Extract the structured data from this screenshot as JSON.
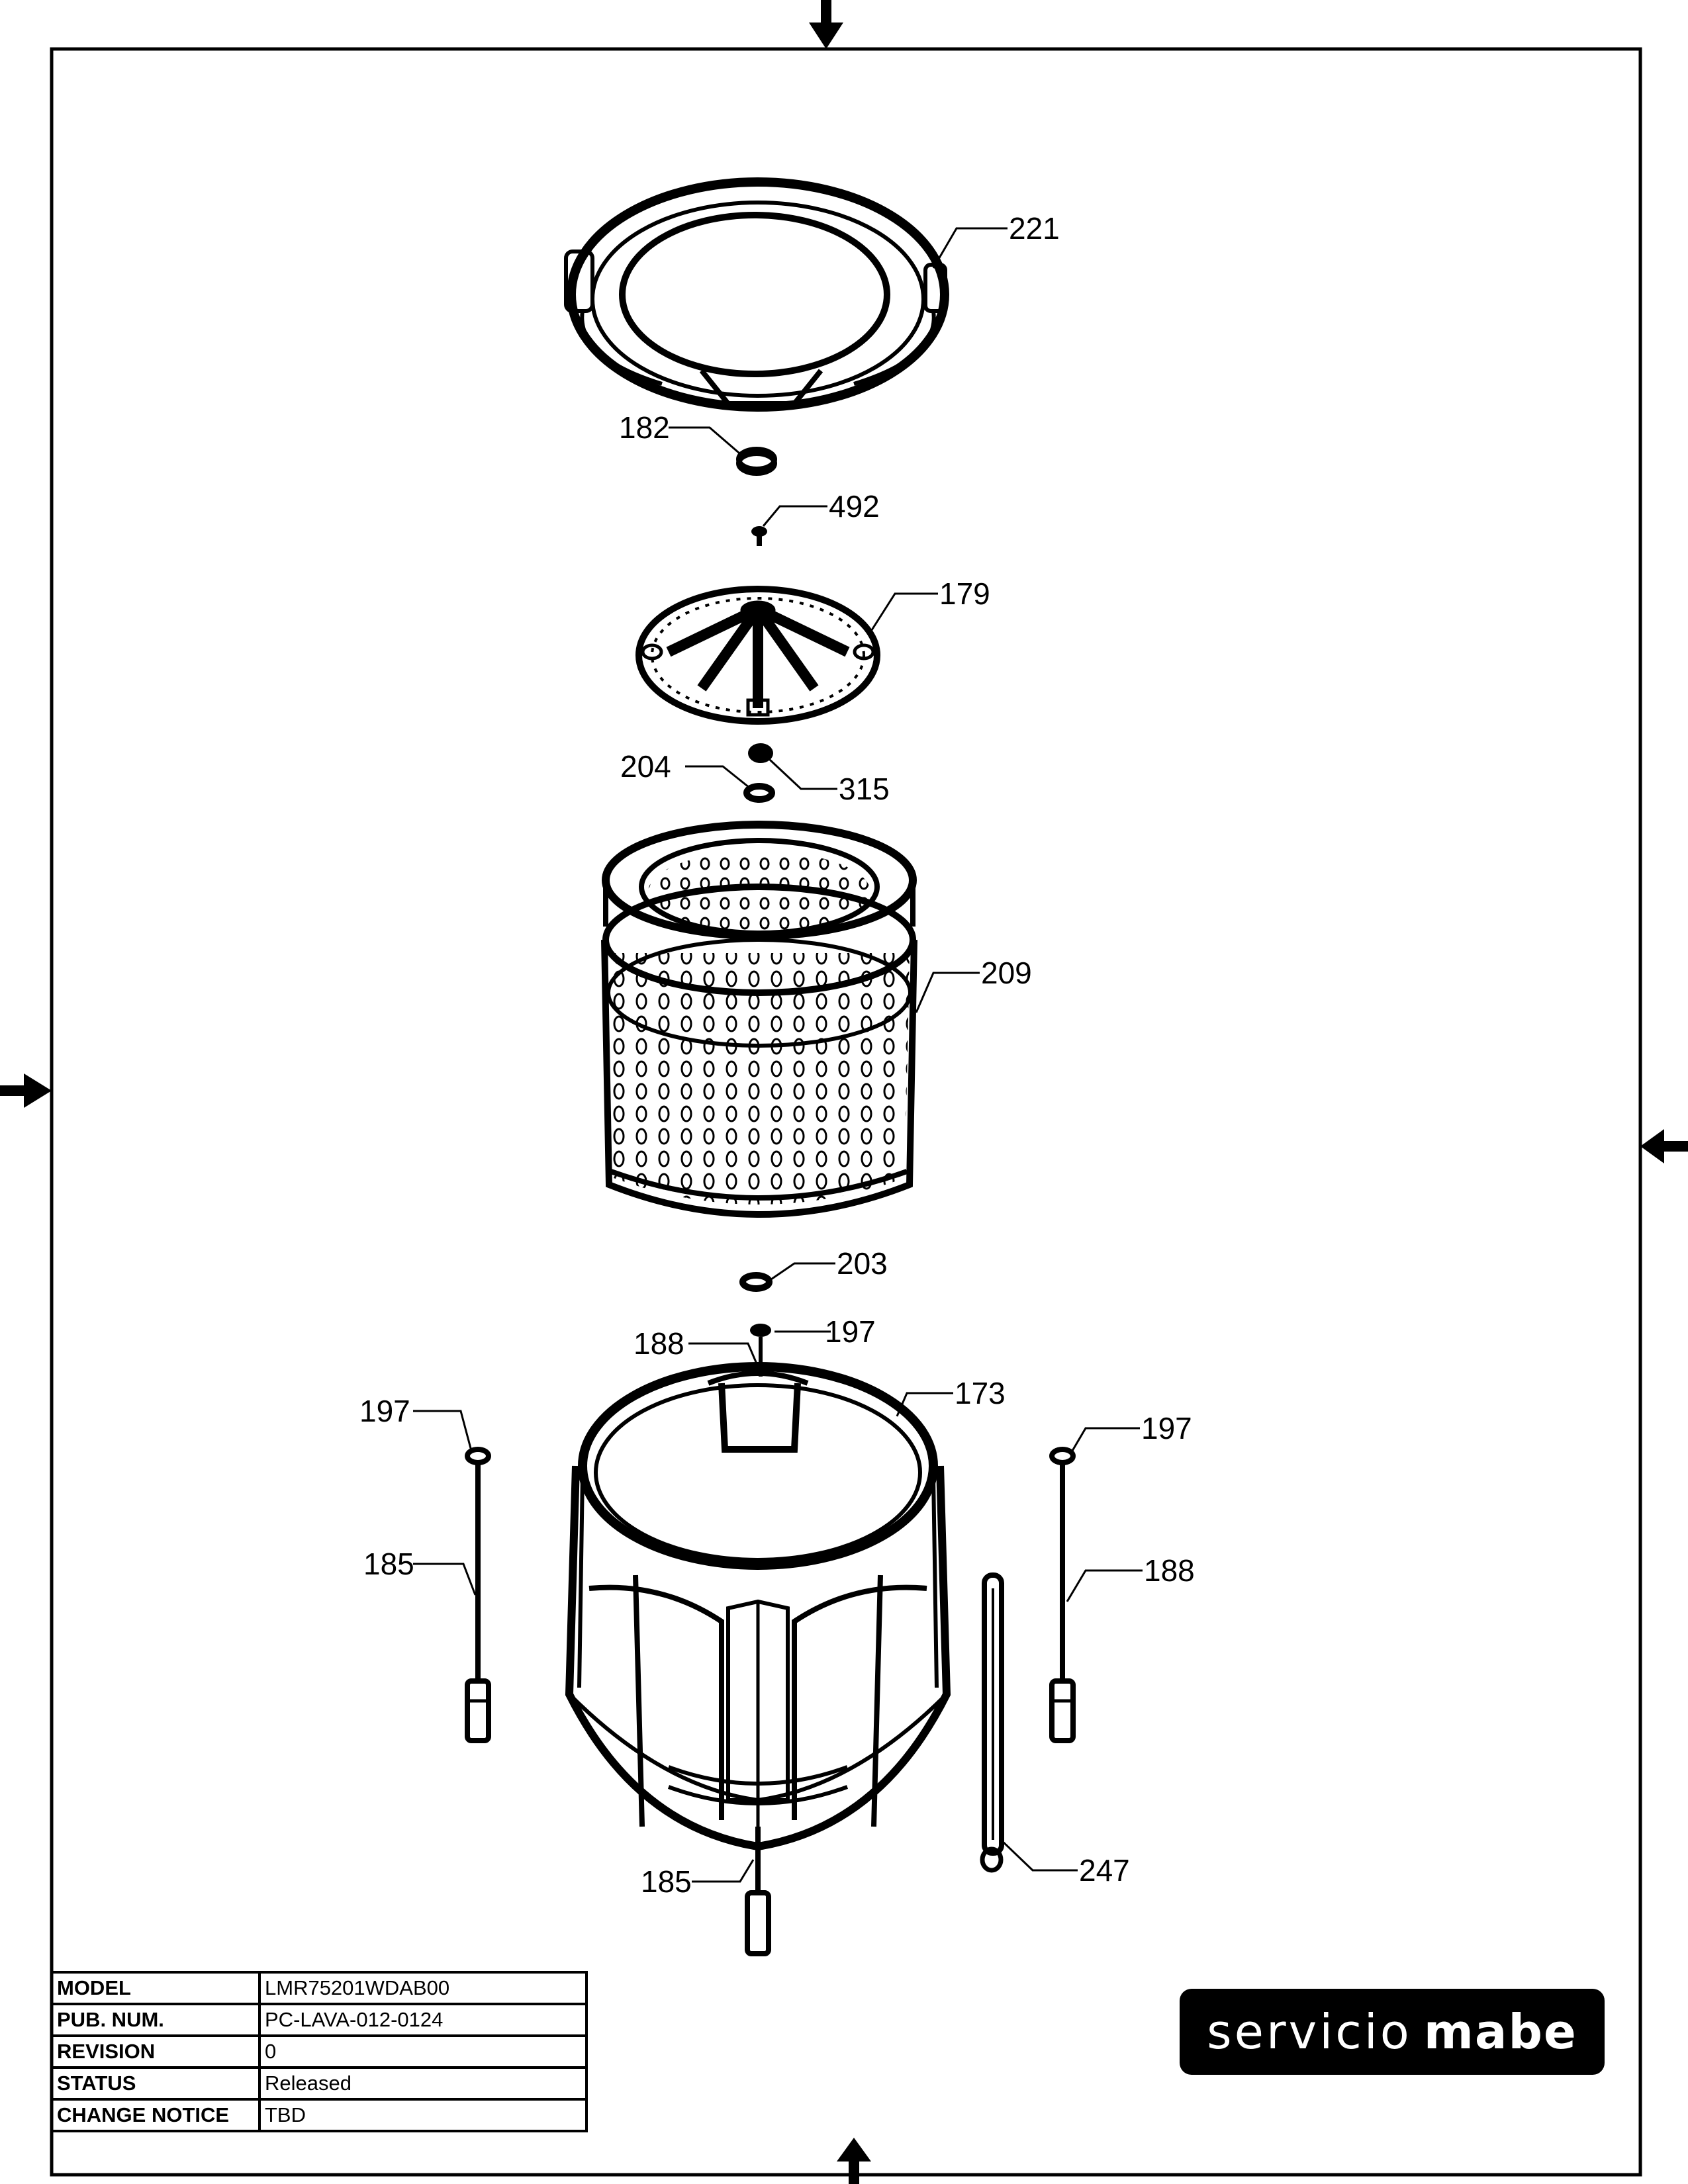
{
  "callouts": [
    "221",
    "182",
    "492",
    "179",
    "204",
    "315",
    "209",
    "203",
    "188",
    "197",
    "197",
    "173",
    "197",
    "185",
    "188",
    "185",
    "247"
  ],
  "title_block": {
    "rows": [
      {
        "label": "MODEL",
        "value": "LMR75201WDAB00"
      },
      {
        "label": "PUB. NUM.",
        "value": "PC-LAVA-012-0124"
      },
      {
        "label": "REVISION",
        "value": "0"
      },
      {
        "label": "STATUS",
        "value": "Released"
      },
      {
        "label": "CHANGE NOTICE",
        "value": "TBD"
      }
    ]
  },
  "logo": {
    "word1": "servicio",
    "word2": "mabe"
  },
  "colors": {
    "ink": "#000000",
    "paper": "#ffffff"
  }
}
